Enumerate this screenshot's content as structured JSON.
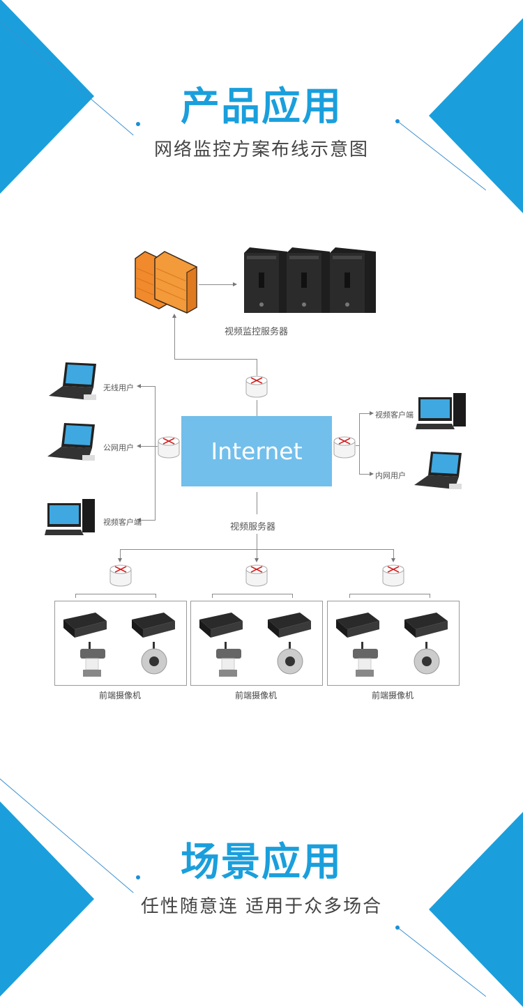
{
  "header": {
    "title": "产品应用",
    "subtitle": "网络监控方案布线示意图"
  },
  "diagram": {
    "firewall_icon": "firewall-icon",
    "server_group_label": "视频监控服务器",
    "internet_label": "Internet",
    "video_server_label": "视频服务器",
    "left_clients": [
      {
        "label": "无线用户",
        "icon": "laptop-icon"
      },
      {
        "label": "公网用户",
        "icon": "laptop-icon"
      },
      {
        "label": "视频客户端",
        "icon": "desktop-icon"
      }
    ],
    "right_clients": [
      {
        "label": "视频客户端",
        "icon": "desktop-icon"
      },
      {
        "label": "内网用户",
        "icon": "laptop-icon"
      }
    ],
    "camera_groups": [
      {
        "label": "前端摄像机"
      },
      {
        "label": "前端摄像机"
      },
      {
        "label": "前端摄像机"
      }
    ]
  },
  "footer": {
    "title": "场景应用",
    "subtitle": "任性随意连 适用于众多场合"
  },
  "colors": {
    "accent": "#1a9fdc",
    "internet_box": "#72bfeb",
    "firewall": "#f08a2c",
    "router_arrows": "#d42020"
  }
}
